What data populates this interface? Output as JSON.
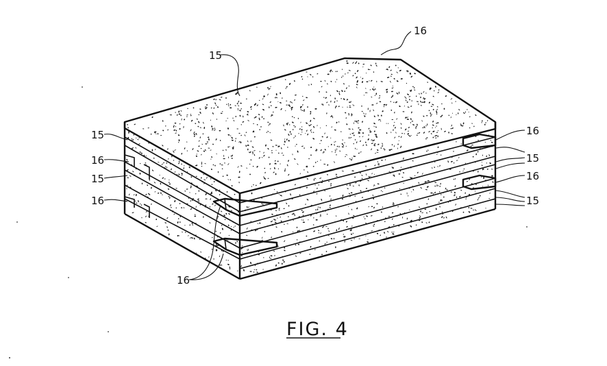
{
  "figure": {
    "caption": "FIG. 4",
    "labels": {
      "top_16": "16",
      "top_15": "15",
      "left_15_a": "15",
      "left_16_a": "16",
      "left_15_b": "15",
      "left_16_b": "16",
      "right_16_a": "16",
      "right_15_a": "15",
      "right_16_b": "16",
      "right_15_b": "15",
      "bottom_16": "16"
    }
  }
}
